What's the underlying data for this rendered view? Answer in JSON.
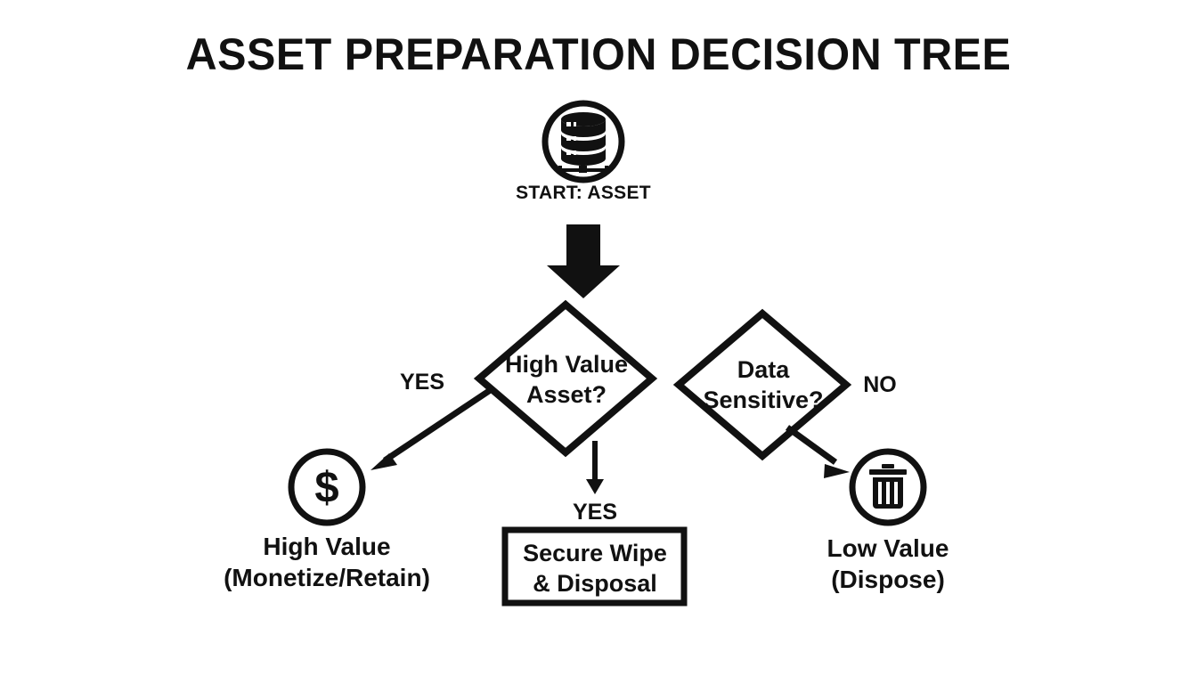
{
  "title": "ASSET PREPARATION DECISION TREE",
  "colors": {
    "background": "#ffffff",
    "ink": "#111111",
    "shape_fill": "#ffffff"
  },
  "nodes": {
    "start": {
      "icon": "database-stack-icon",
      "label": "START: ASSET",
      "shape": "circle"
    },
    "decision_value": {
      "line1": "High Value",
      "line2": "Asset?",
      "shape": "diamond"
    },
    "decision_sensitive": {
      "line1": "Data",
      "line2": "Sensitive?",
      "shape": "diamond"
    },
    "outcome_high_value": {
      "icon": "dollar-sign-icon",
      "line1": "High Value",
      "line2": "(Monetize/Retain)",
      "shape": "circle"
    },
    "outcome_secure_wipe": {
      "line1": "Secure Wipe",
      "line2": "& Disposal",
      "shape": "rectangle"
    },
    "outcome_low_value": {
      "icon": "trash-can-icon",
      "line1": "Low Value",
      "line2": "(Dispose)",
      "shape": "circle"
    }
  },
  "edges": {
    "start_to_decision": {
      "label": "",
      "style": "thick-block-arrow"
    },
    "value_yes_left": {
      "label": "YES",
      "style": "diagonal-arrow"
    },
    "value_yes_down": {
      "label": "YES",
      "style": "vertical-arrow"
    },
    "sensitive_no_right": {
      "label": "NO",
      "style": "diagonal-arrow"
    }
  }
}
